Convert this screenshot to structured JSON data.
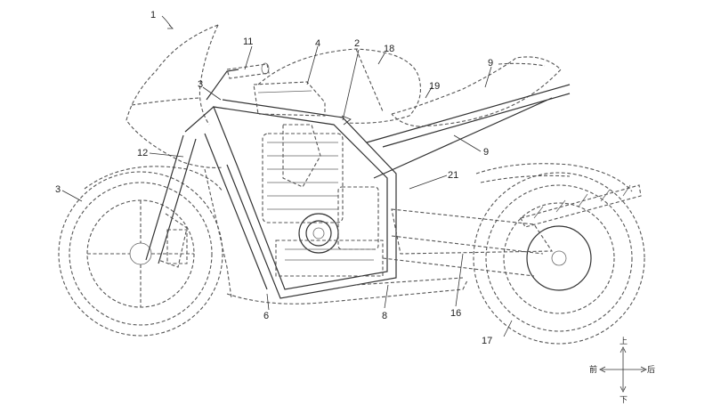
{
  "figure": {
    "reference_numerals": [
      {
        "id": "n1",
        "text": "1"
      },
      {
        "id": "n2",
        "text": "2"
      },
      {
        "id": "n3a",
        "text": "3"
      },
      {
        "id": "n3b",
        "text": "3"
      },
      {
        "id": "n4",
        "text": "4"
      },
      {
        "id": "n6",
        "text": "6"
      },
      {
        "id": "n8",
        "text": "8"
      },
      {
        "id": "n9a",
        "text": "9"
      },
      {
        "id": "n9b",
        "text": "9"
      },
      {
        "id": "n11",
        "text": "11"
      },
      {
        "id": "n12",
        "text": "12"
      },
      {
        "id": "n16",
        "text": "16"
      },
      {
        "id": "n17",
        "text": "17"
      },
      {
        "id": "n18",
        "text": "18"
      },
      {
        "id": "n19",
        "text": "19"
      },
      {
        "id": "n21",
        "text": "21"
      }
    ],
    "direction_indicator": {
      "up": "上",
      "down": "下",
      "front": "前",
      "rear": "后"
    }
  }
}
